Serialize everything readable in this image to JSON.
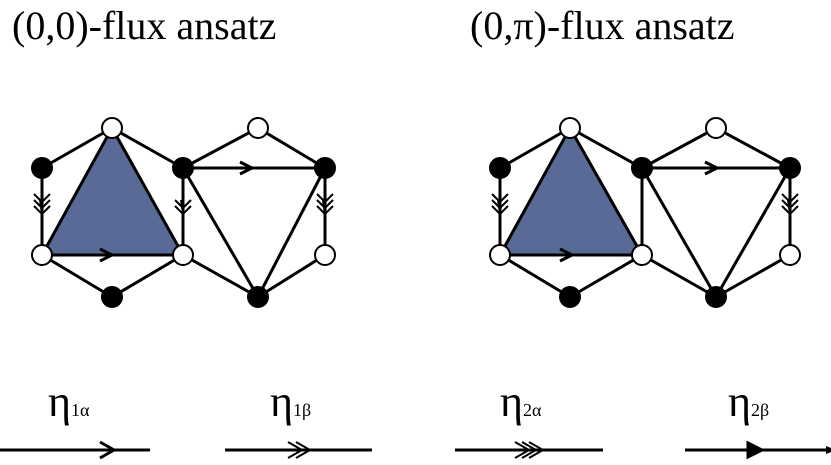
{
  "titles": {
    "left": "(0,0)-flux ansatz",
    "right": "(0,π)-flux ansatz"
  },
  "legend": [
    {
      "symbol": "η",
      "sub": "1α",
      "arrow": "single open"
    },
    {
      "symbol": "η",
      "sub": "1β",
      "arrow": "double open"
    },
    {
      "symbol": "η",
      "sub": "2α",
      "arrow": "triple open"
    },
    {
      "symbol": "η",
      "sub": "2β",
      "arrow": "single filled"
    }
  ],
  "colors": {
    "shaded_triangle": "#5a6a96",
    "line": "#000000",
    "filled_site": "#000000",
    "open_site": "#ffffff"
  }
}
